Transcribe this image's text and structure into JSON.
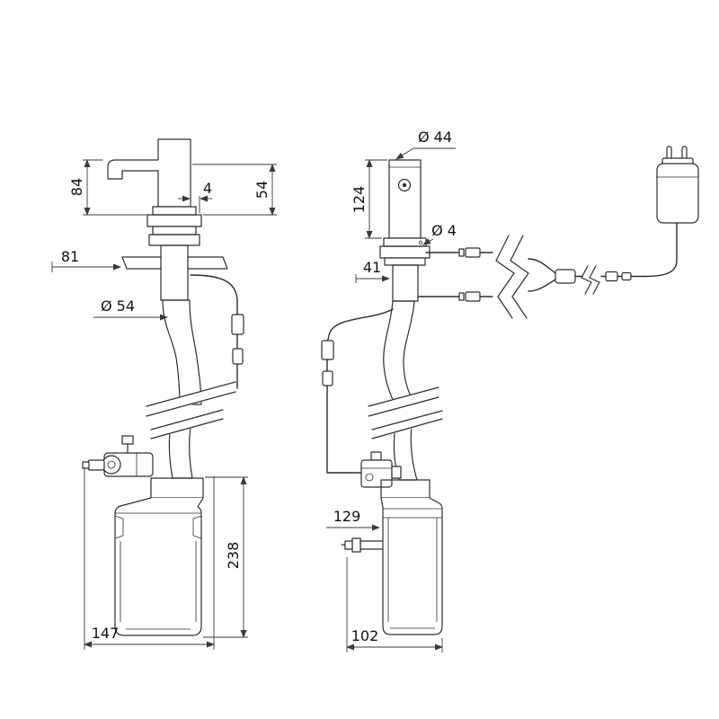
{
  "colors": {
    "line": "#2d2d2d",
    "background": "#ffffff"
  },
  "dims": {
    "d84": "84",
    "d4": "4",
    "d54": "54",
    "d81": "81",
    "dia54": "Ø 54",
    "dia44": "Ø 44",
    "d124": "124",
    "dia4": "Ø 4",
    "d41": "41",
    "d238": "238",
    "d147": "147",
    "d129": "129",
    "d102": "102"
  }
}
